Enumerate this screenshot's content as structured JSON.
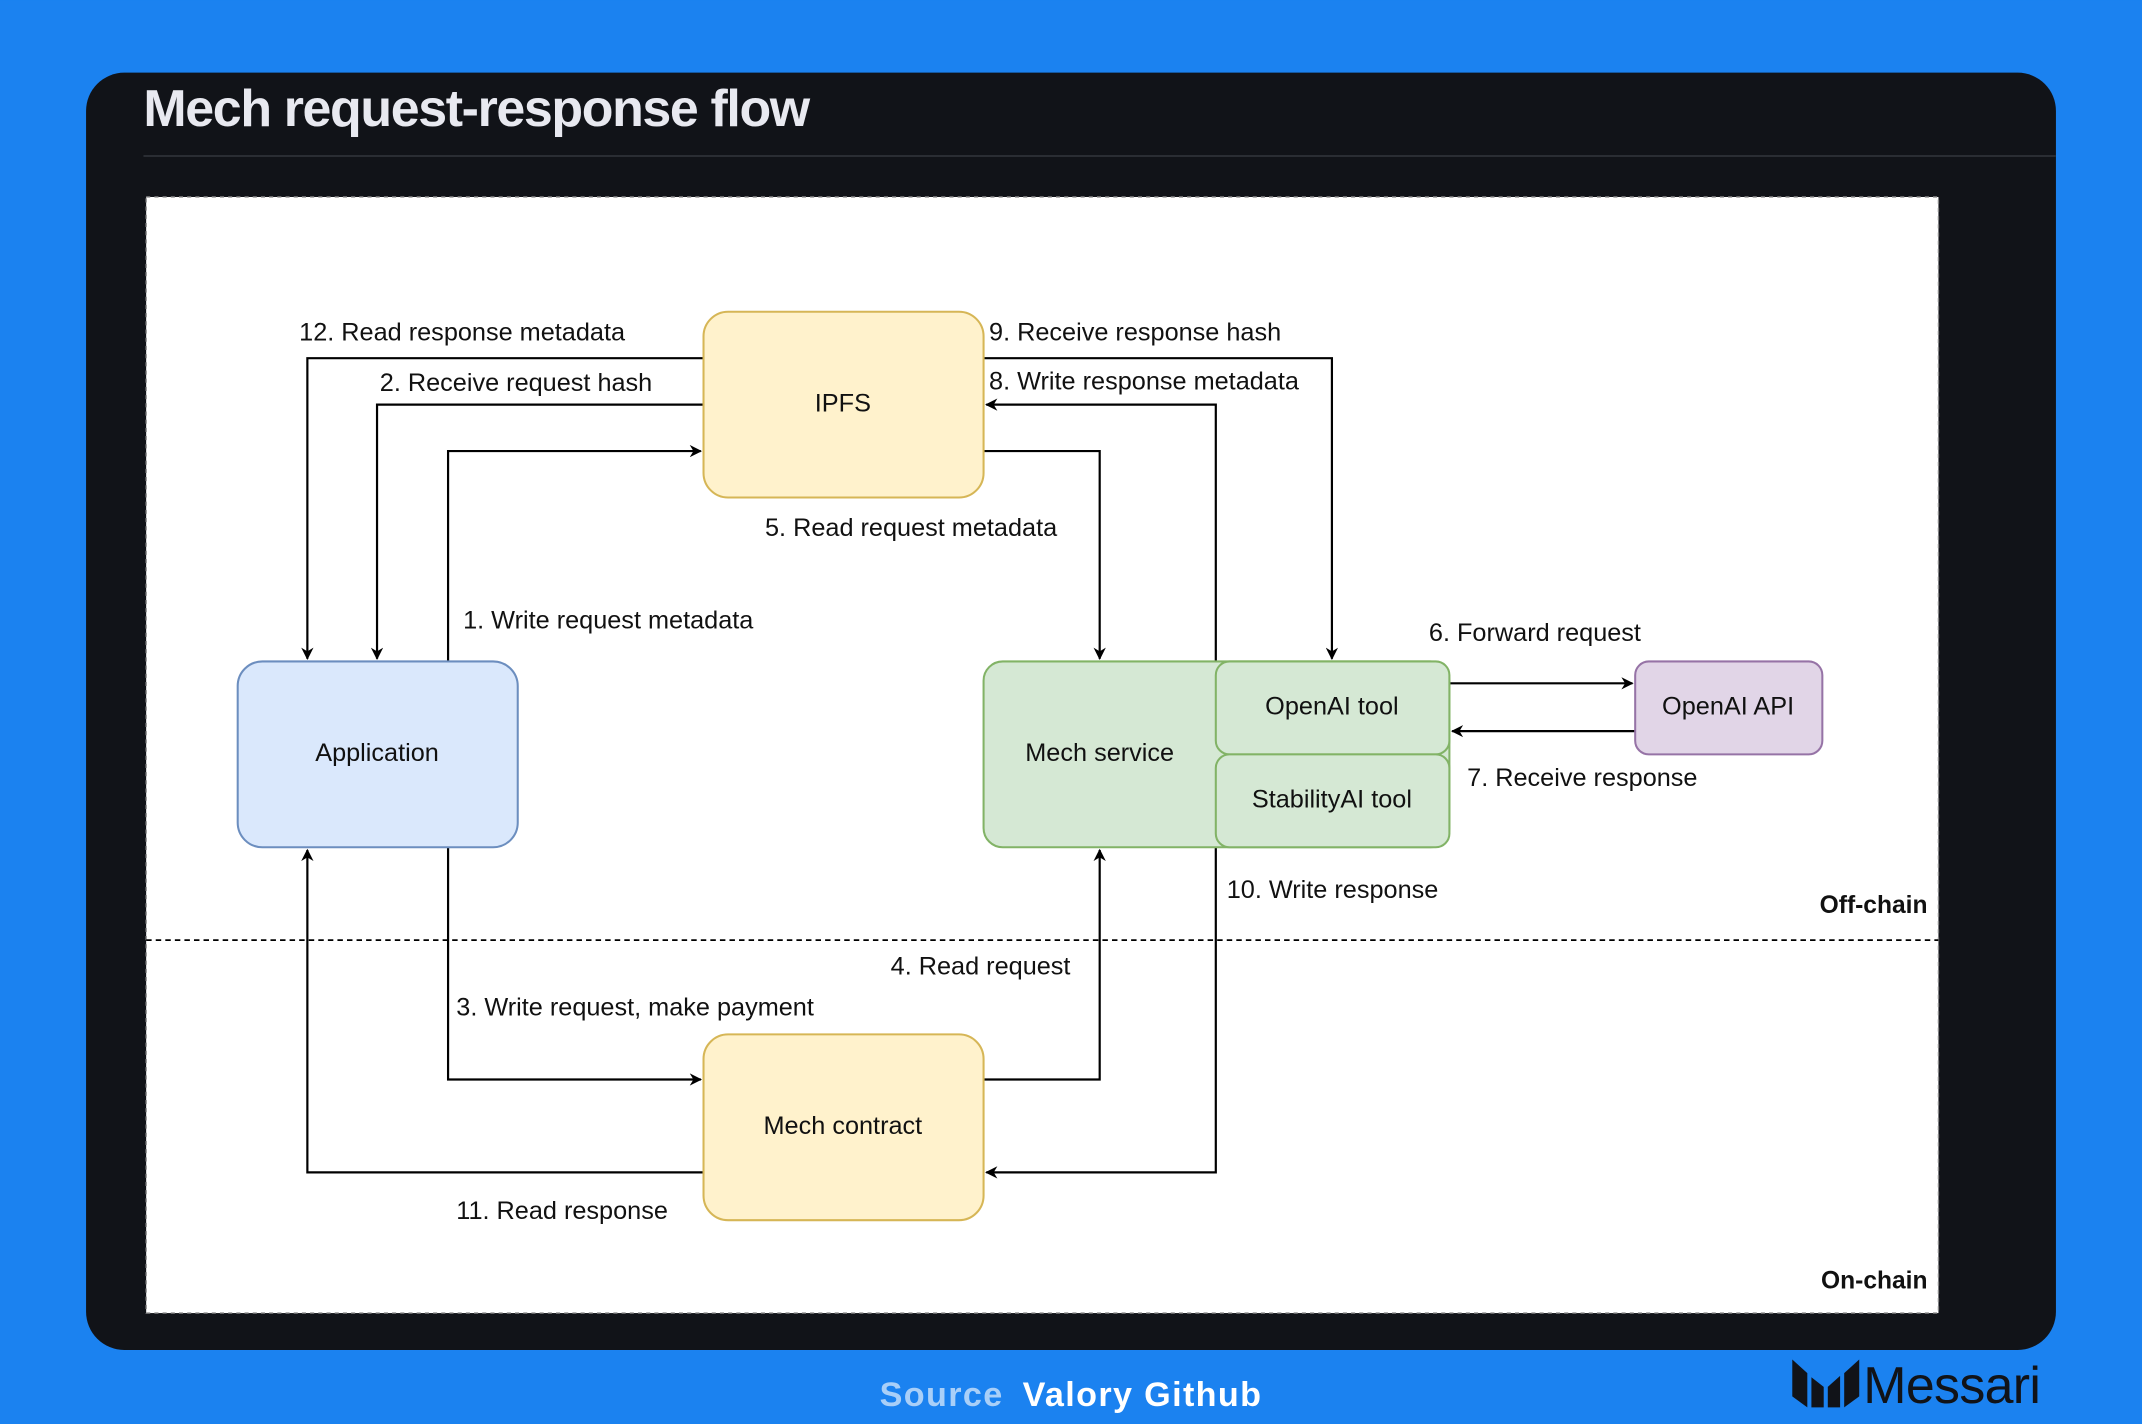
{
  "title": "Mech request-response flow",
  "colors": {
    "background": "#1b82f0",
    "panel": "#111318",
    "ipfs_fill": "#fff2cc",
    "ipfs_stroke": "#d6b656",
    "application_fill": "#dae8fc",
    "application_stroke": "#6c8ebf",
    "mech_fill": "#d5e8d4",
    "mech_stroke": "#82b366",
    "openai_api_fill": "#e1d5e7",
    "openai_api_stroke": "#9673a6"
  },
  "diagram": {
    "nodes": {
      "ipfs": "IPFS",
      "application": "Application",
      "mech_service": "Mech service",
      "openai_tool": "OpenAI tool",
      "stabilityai_tool": "StabilityAI tool",
      "openai_api": "OpenAI API",
      "mech_contract": "Mech contract"
    },
    "edges": {
      "e1": "1. Write request metadata",
      "e2": "2. Receive request hash",
      "e3": "3. Write request, make payment",
      "e4": "4. Read request",
      "e5": "5. Read request metadata",
      "e6": "6. Forward request",
      "e7": "7. Receive response",
      "e8": "8. Write response metadata",
      "e9": "9. Receive response hash",
      "e10": "10. Write response",
      "e11": "11. Read response",
      "e12": "12. Read response metadata"
    },
    "zones": {
      "off_chain": "Off-chain",
      "on_chain": "On-chain"
    }
  },
  "footer": {
    "source_label": "Source",
    "source_value": "Valory Github",
    "brand": "Messari"
  }
}
